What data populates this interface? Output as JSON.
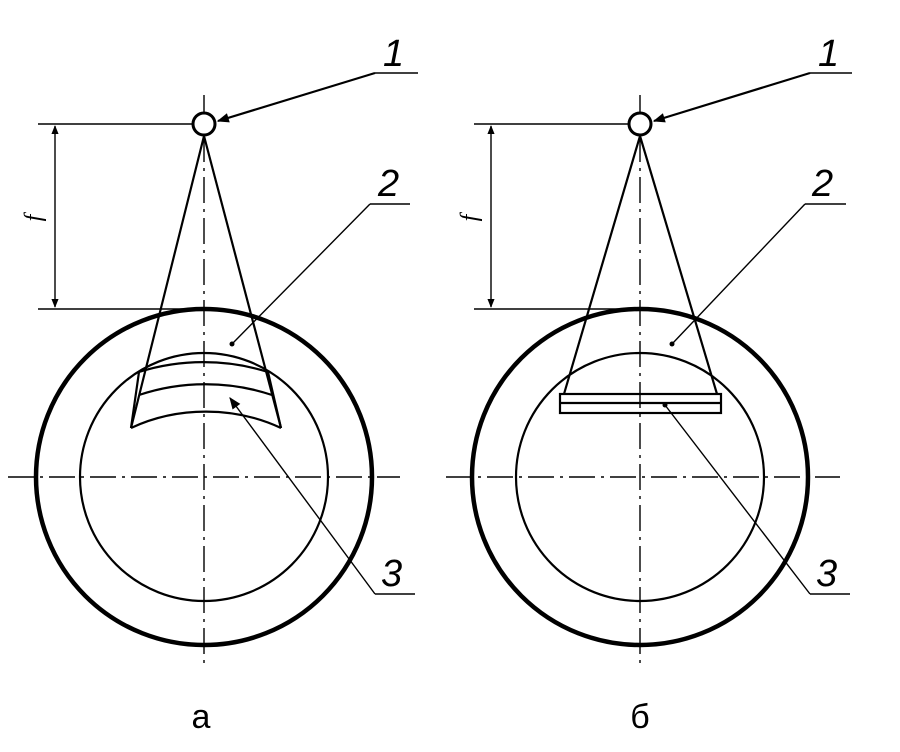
{
  "figure": {
    "panel_a": {
      "caption": "а",
      "labels": {
        "source": "1",
        "pipe": "2",
        "film": "3"
      },
      "dimension": "f"
    },
    "panel_b": {
      "caption": "б",
      "labels": {
        "source": "1",
        "pipe": "2",
        "film": "3"
      },
      "dimension": "f"
    }
  }
}
